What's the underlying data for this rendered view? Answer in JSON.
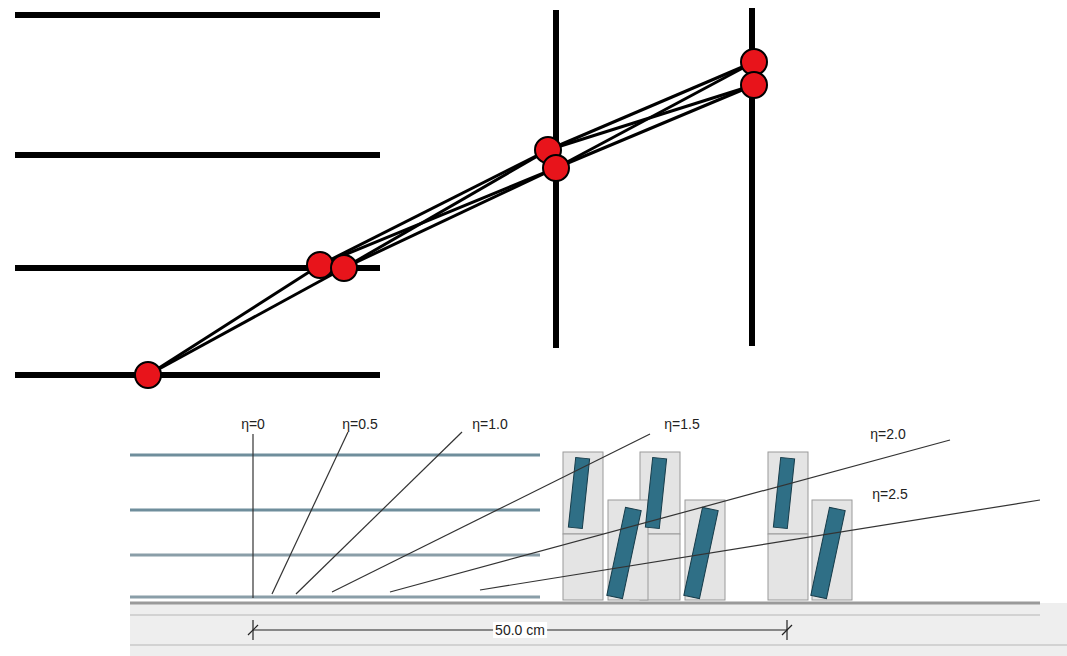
{
  "diagram": {
    "labels": [
      "η=0",
      "η=0.5",
      "η=1.0",
      "η=1.5",
      "η=2.0",
      "η=2.5",
      "50.0 cm"
    ]
  }
}
